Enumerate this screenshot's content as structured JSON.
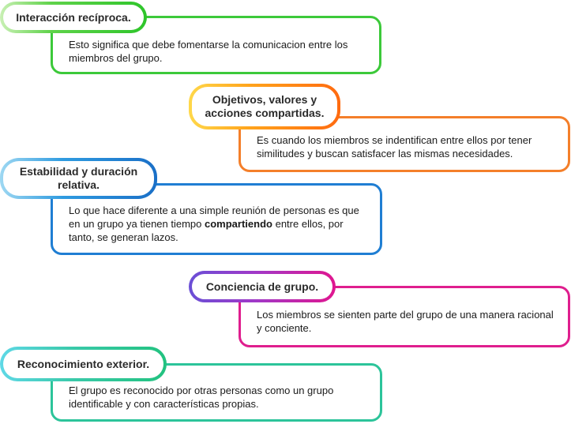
{
  "items": [
    {
      "title": "Interacción recíproca.",
      "desc_before": "Esto significa que debe fomentarse la comunicacion entre los miembros del grupo.",
      "desc_bold": "",
      "desc_after": ""
    },
    {
      "title": "Objetivos, valores y acciones compartidas.",
      "desc_before": "Es cuando los miembros se indentifican entre ellos por tener similitudes y buscan satisfacer las mismas necesidades.",
      "desc_bold": "",
      "desc_after": ""
    },
    {
      "title": "Estabilidad y duración relativa.",
      "desc_before": "Lo que hace diferente a una simple reunión de personas es que en un grupo ya tienen tiempo ",
      "desc_bold": "compartiendo",
      "desc_after": " entre ellos, por tanto, se generan lazos."
    },
    {
      "title": "Conciencia de grupo.",
      "desc_before": "Los miembros se sienten parte del grupo de una manera racional y conciente.",
      "desc_bold": "",
      "desc_after": ""
    },
    {
      "title": "Reconocimiento exterior.",
      "desc_before": "El grupo es reconocido por otras personas como un grupo identificable y con características propias.",
      "desc_bold": "",
      "desc_after": ""
    }
  ],
  "colors": {
    "green": "#3cc93a",
    "orange": "#f47f2a",
    "blue": "#1f7ed3",
    "magenta": "#df1e8e",
    "teal": "#2cc49a"
  }
}
